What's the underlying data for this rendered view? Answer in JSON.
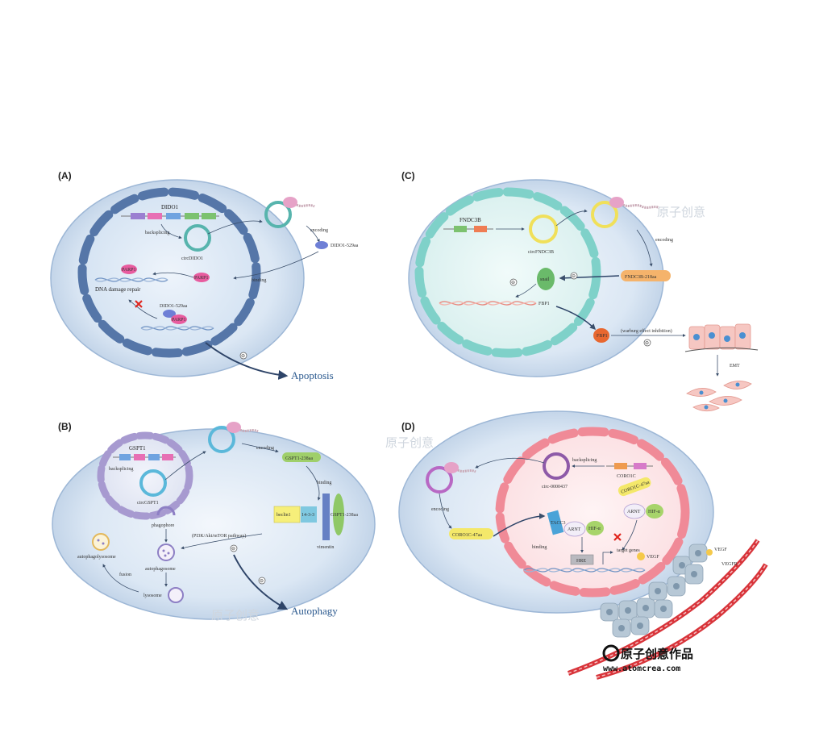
{
  "panels": {
    "a": {
      "label": "(A)",
      "gene": "DIDO1",
      "backsplicing": "backsplicing",
      "circ": "circDIDO1",
      "encoding": "encoding",
      "peptide": "DIDO1-529aa",
      "parp1": "PARP1",
      "dna_repair": "DNA damage repair",
      "binding": "binding",
      "peptide2": "DIDO1-529aa",
      "parp1_2": "PARP1",
      "inhibit": "⊖",
      "outcome": "Apoptosis"
    },
    "b": {
      "label": "(B)",
      "gene": "GSPT1",
      "backsplicing": "backsplicing",
      "circ": "circGSPT1",
      "encoding": "encoding",
      "peptide": "GSPT1-238aa",
      "binding": "binding",
      "beclin": "beclin1",
      "protein1433": "14-3-3",
      "gspt_side": "GSPT1-238aa",
      "vimentin": "vimentin",
      "phagophore": "phagophore",
      "autophagosome": "autophagosome",
      "autophagolysosome": "autophagolysosome",
      "fusion": "fusion",
      "lysosome": "lysosome",
      "pathway": "(PI3K/Akt/mTOR pathway)",
      "inhibit": "⊖",
      "outcome": "Autophagy"
    },
    "c": {
      "label": "(C)",
      "gene": "FNDC3B",
      "circ": "circFNDC3B",
      "encoding": "encoding",
      "peptide": "FNDC3B-218aa",
      "snail": "snail",
      "fbp1": "FBP1",
      "fbp1_protein": "FBP1",
      "warburg": "(warburg effect inhibition)",
      "inhibit": "⊖",
      "emt": "EMT"
    },
    "d": {
      "label": "(D)",
      "gene": "CORO1C",
      "backsplicing": "backsplicing",
      "circ": "circ-0000437",
      "encoding": "encoding",
      "peptide": "CORO1C-47aa",
      "peptide_in": "CORO1C-47aa",
      "arnt": "ARNT",
      "hif": "HIF-α",
      "tacc3": "TACC3",
      "arnt2": "ARNT",
      "hif2": "HIF-α",
      "binding": "binding",
      "hre": "HRE",
      "target_genes": "target genes",
      "vegf": "VEGF",
      "vegf2": "VEGF",
      "vegfr": "VEGFR"
    }
  },
  "watermark": {
    "text": "原子创意",
    "brand": "原子创意作品",
    "url": "www.atomcrea.com"
  }
}
